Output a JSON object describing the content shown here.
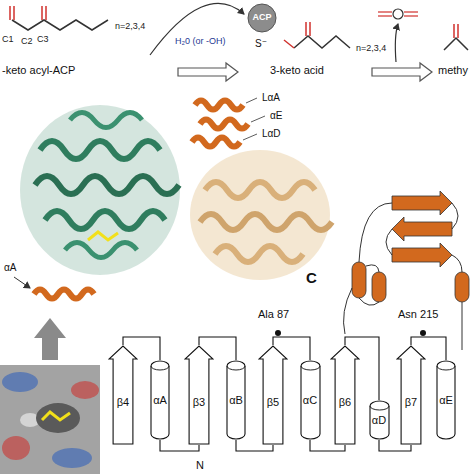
{
  "diagram": {
    "nodes": [
      {
        "text": [
          "ACP"
        ]
      },
      {
        "text": [
          "β4"
        ]
      },
      {
        "text": [
          "αA"
        ]
      },
      {
        "text": [
          "β3"
        ]
      },
      {
        "text": [
          "αB"
        ]
      },
      {
        "text": [
          "β5"
        ]
      },
      {
        "text": [
          "αC"
        ]
      },
      {
        "text": [
          "β6"
        ]
      },
      {
        "text": [
          "αD"
        ]
      },
      {
        "text": [
          "β7"
        ]
      },
      {
        "text": [
          "αE"
        ]
      }
    ],
    "edges": [
      {
        "from": 1,
        "to": 2,
        "arrow": "none"
      },
      {
        "from": 2,
        "to": 3,
        "arrow": "none"
      },
      {
        "from": 3,
        "to": 4,
        "arrow": "none"
      },
      {
        "from": 4,
        "to": 5,
        "arrow": "none"
      },
      {
        "from": 5,
        "to": 6,
        "arrow": "none"
      },
      {
        "from": 6,
        "to": 7,
        "arrow": "none"
      },
      {
        "from": 7,
        "to": 8,
        "arrow": "none"
      },
      {
        "from": 8,
        "to": 9,
        "arrow": "none"
      },
      {
        "from": 9,
        "to": 10,
        "arrow": "none"
      }
    ],
    "labels": [
      "C1",
      "C2",
      "C3",
      "n=2,3,4",
      "-keto acyl-ACP",
      "H₂0 (or -OH)",
      "S⁻",
      "3-keto acid",
      "n=2,3,4",
      "methy",
      "LαA",
      "αE",
      "LαD",
      "αA",
      "C",
      "Ala 87",
      "Asn 215",
      "N"
    ]
  }
}
